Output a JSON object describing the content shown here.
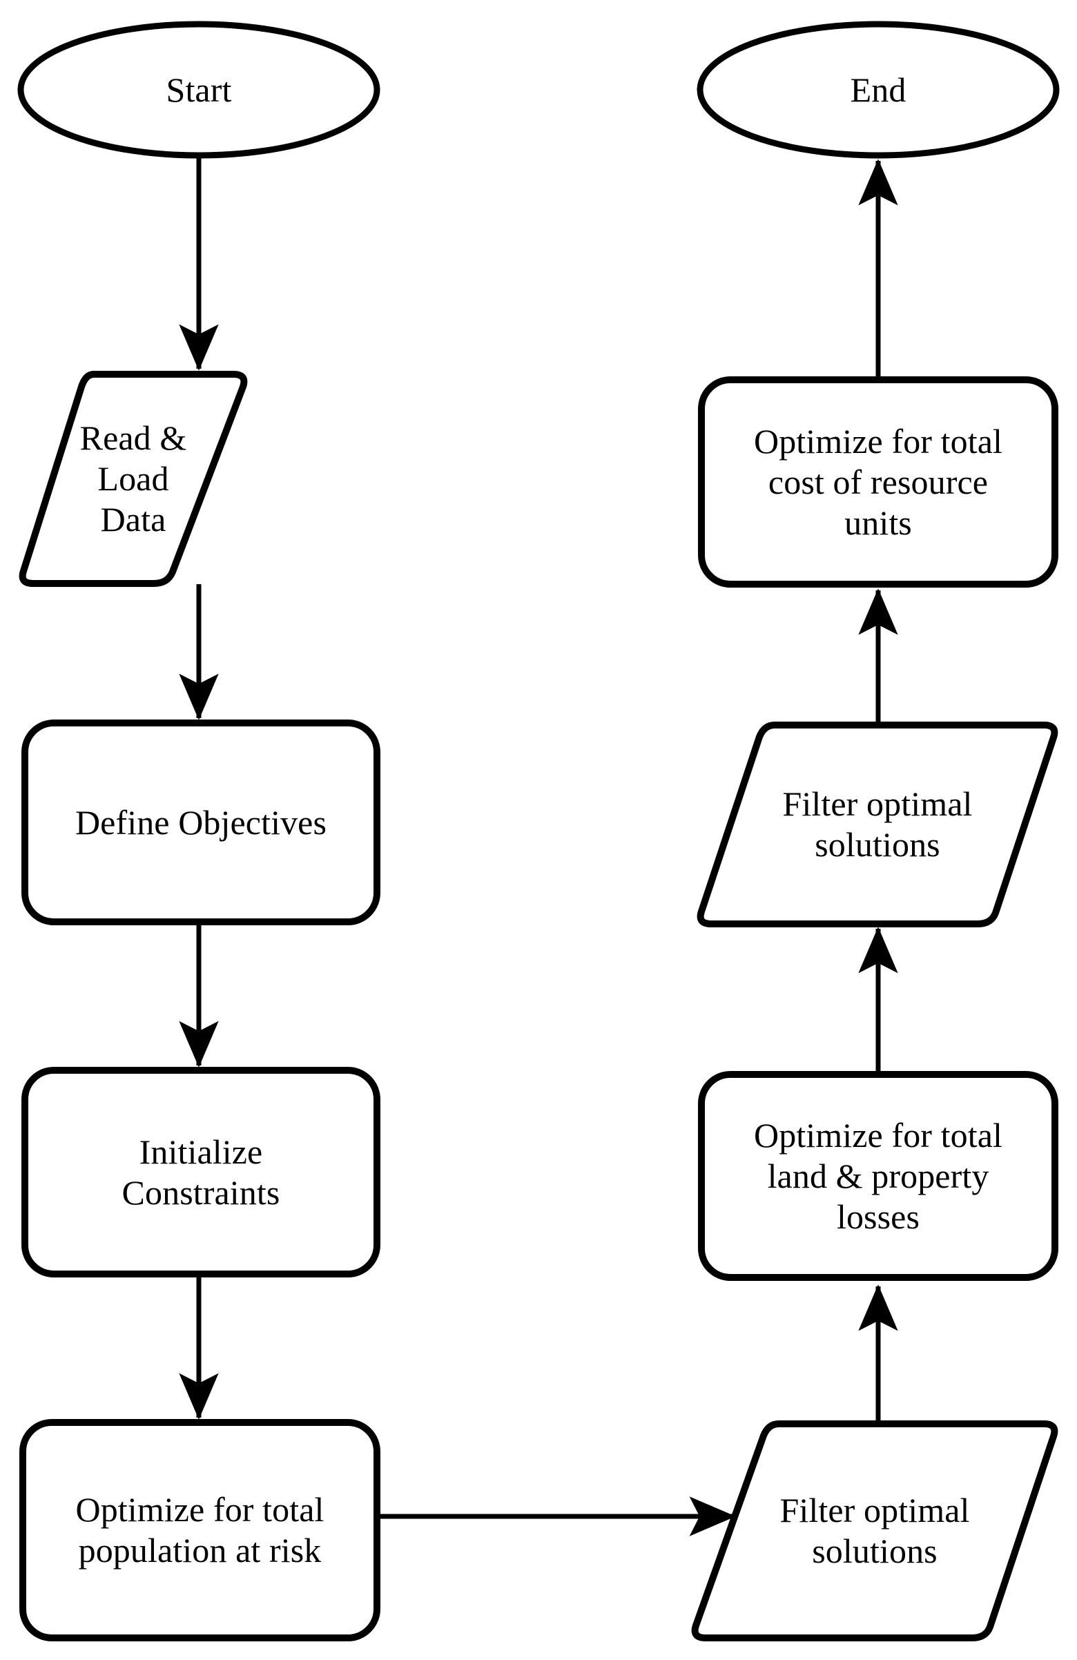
{
  "diagram": {
    "title": "Multi-objective optimization workflow flowchart",
    "background_color": "#ffffff",
    "stroke_color": "#000000",
    "fill_color": "#ffffff",
    "nodes": [
      {
        "id": "start",
        "shape": "ellipse",
        "label": "Start"
      },
      {
        "id": "read-load-data",
        "shape": "parallelogram",
        "label": "Read & Load\nData"
      },
      {
        "id": "define-objectives",
        "shape": "rounded-rect",
        "label": "Define Objectives"
      },
      {
        "id": "initialize-constraints",
        "shape": "rounded-rect",
        "label": "Initialize\nConstraints"
      },
      {
        "id": "optimize-population",
        "shape": "rounded-rect",
        "label": "Optimize for total\npopulation at risk"
      },
      {
        "id": "filter-solutions-1",
        "shape": "parallelogram",
        "label": "Filter optimal\nsolutions"
      },
      {
        "id": "optimize-land",
        "shape": "rounded-rect",
        "label": "Optimize for total\nland & property\nlosses"
      },
      {
        "id": "filter-solutions-2",
        "shape": "parallelogram",
        "label": "Filter optimal\nsolutions"
      },
      {
        "id": "optimize-cost",
        "shape": "rounded-rect",
        "label": "Optimize for total\ncost of resource\nunits"
      },
      {
        "id": "end",
        "shape": "ellipse",
        "label": "End"
      }
    ],
    "edges": [
      {
        "from": "start",
        "to": "read-load-data",
        "direction": "down"
      },
      {
        "from": "read-load-data",
        "to": "define-objectives",
        "direction": "down"
      },
      {
        "from": "define-objectives",
        "to": "initialize-constraints",
        "direction": "down"
      },
      {
        "from": "initialize-constraints",
        "to": "optimize-population",
        "direction": "down"
      },
      {
        "from": "optimize-population",
        "to": "filter-solutions-2",
        "direction": "right"
      },
      {
        "from": "filter-solutions-2",
        "to": "optimize-land",
        "direction": "up"
      },
      {
        "from": "optimize-land",
        "to": "filter-solutions-1",
        "direction": "up"
      },
      {
        "from": "filter-solutions-1",
        "to": "optimize-cost",
        "direction": "up"
      },
      {
        "from": "optimize-cost",
        "to": "end",
        "direction": "up"
      }
    ]
  }
}
